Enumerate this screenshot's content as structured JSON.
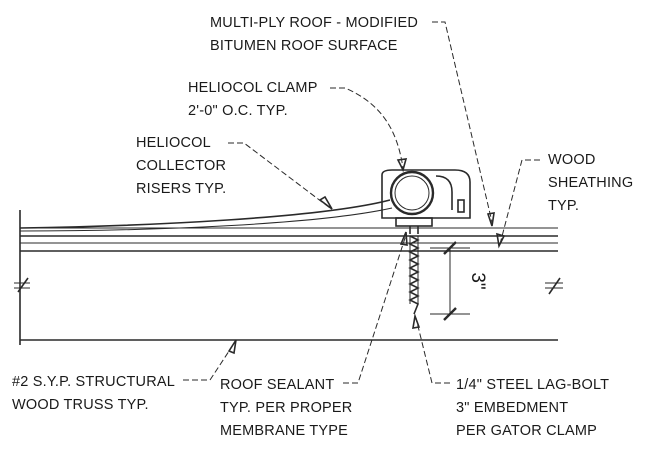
{
  "labels": {
    "roof_surface": [
      "MULTI-PLY ROOF - MODIFIED",
      "BITUMEN ROOF SURFACE"
    ],
    "clamp": [
      "HELIOCOL CLAMP",
      "2'-0\" O.C. TYP."
    ],
    "risers": [
      "HELIOCOL",
      "COLLECTOR",
      "RISERS TYP."
    ],
    "sheathing": [
      "WOOD",
      "SHEATHING",
      "TYP."
    ],
    "truss": [
      "#2 S.Y.P. STRUCTURAL",
      "WOOD TRUSS TYP."
    ],
    "sealant": [
      "ROOF SEALANT",
      "TYP. PER PROPER",
      "MEMBRANE TYPE"
    ],
    "lag_bolt": [
      "1/4\" STEEL LAG-BOLT",
      "3\" EMBEDMENT",
      "PER GATOR CLAMP"
    ],
    "embedment_dim": "3\""
  }
}
